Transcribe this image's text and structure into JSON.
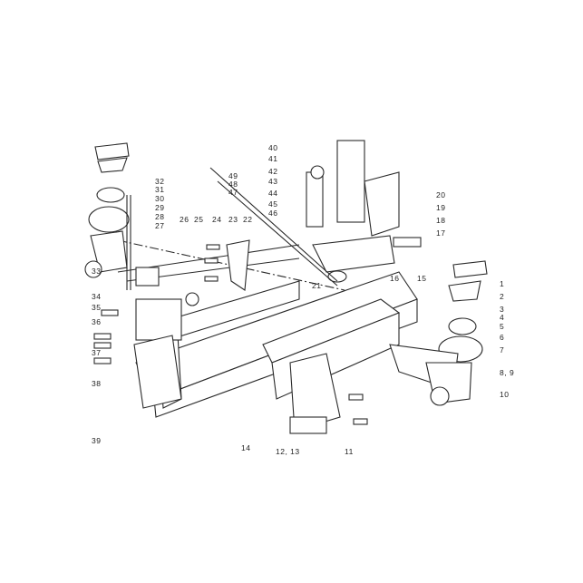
{
  "diagram": {
    "type": "exploded parts diagram",
    "part_labels": [
      "1",
      "2",
      "3",
      "4",
      "5",
      "6",
      "7",
      "8, 9",
      "10",
      "11",
      "12, 13",
      "14",
      "15",
      "16",
      "17",
      "18",
      "19",
      "20",
      "21",
      "22",
      "23",
      "24",
      "25",
      "26",
      "27",
      "28",
      "29",
      "30",
      "31",
      "32",
      "33",
      "34",
      "35",
      "36",
      "37",
      "38",
      "39",
      "40",
      "41",
      "42",
      "43",
      "44",
      "45",
      "46",
      "47",
      "48",
      "49"
    ]
  }
}
